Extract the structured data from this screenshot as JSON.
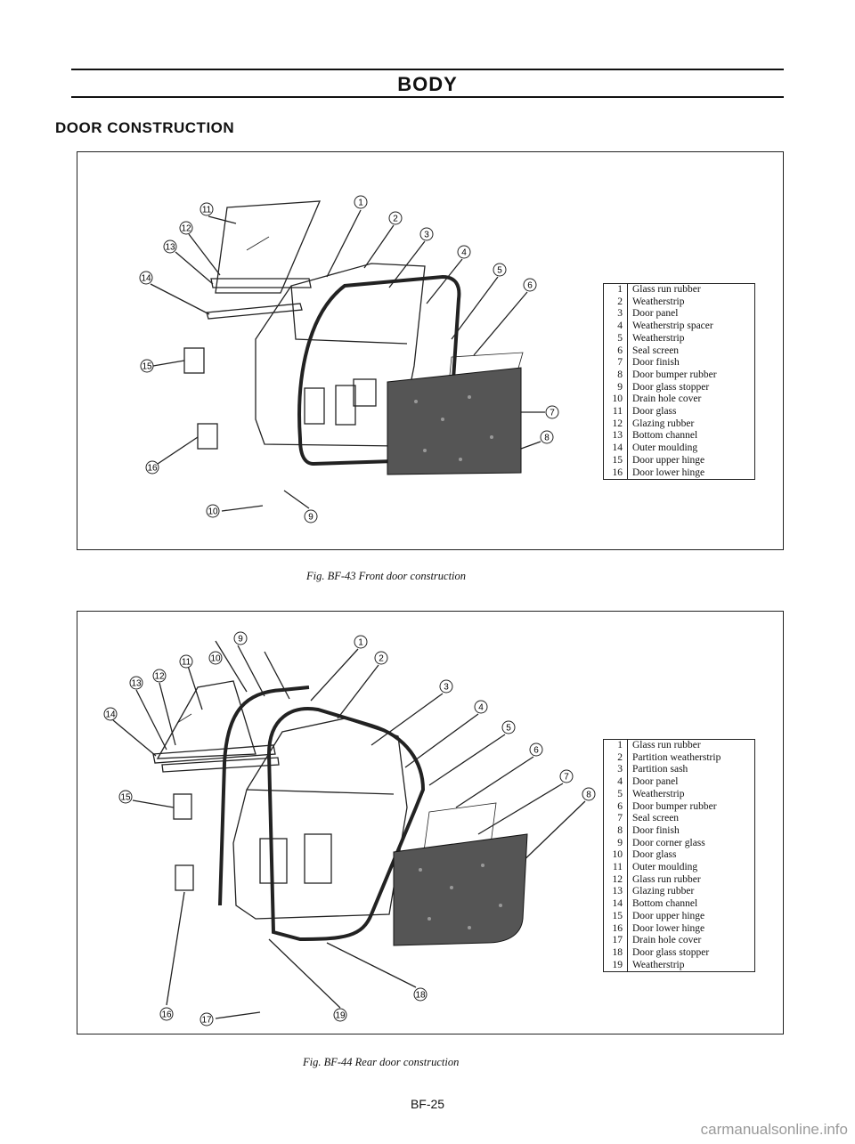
{
  "header": {
    "title": "BODY"
  },
  "section": {
    "title": "DOOR CONSTRUCTION"
  },
  "figures": [
    {
      "caption": "Fig. BF-43  Front door construction",
      "legend": [
        {
          "n": "1",
          "label": "Glass run rubber"
        },
        {
          "n": "2",
          "label": "Weatherstrip"
        },
        {
          "n": "3",
          "label": "Door panel"
        },
        {
          "n": "4",
          "label": "Weatherstrip spacer"
        },
        {
          "n": "5",
          "label": "Weatherstrip"
        },
        {
          "n": "6",
          "label": "Seal screen"
        },
        {
          "n": "7",
          "label": "Door finish"
        },
        {
          "n": "8",
          "label": "Door bumper rubber"
        },
        {
          "n": "9",
          "label": "Door glass stopper"
        },
        {
          "n": "10",
          "label": "Drain hole cover"
        },
        {
          "n": "11",
          "label": "Door glass"
        },
        {
          "n": "12",
          "label": "Glazing rubber"
        },
        {
          "n": "13",
          "label": "Bottom channel"
        },
        {
          "n": "14",
          "label": "Outer moulding"
        },
        {
          "n": "15",
          "label": "Door upper hinge"
        },
        {
          "n": "16",
          "label": "Door lower hinge"
        }
      ]
    },
    {
      "caption": "Fig. BF-44  Rear door construction",
      "legend": [
        {
          "n": "1",
          "label": "Glass run rubber"
        },
        {
          "n": "2",
          "label": "Partition weatherstrip"
        },
        {
          "n": "3",
          "label": "Partition sash"
        },
        {
          "n": "4",
          "label": "Door panel"
        },
        {
          "n": "5",
          "label": "Weatherstrip"
        },
        {
          "n": "6",
          "label": "Door bumper rubber"
        },
        {
          "n": "7",
          "label": "Seal screen"
        },
        {
          "n": "8",
          "label": "Door finish"
        },
        {
          "n": "9",
          "label": "Door corner glass"
        },
        {
          "n": "10",
          "label": "Door glass"
        },
        {
          "n": "11",
          "label": "Outer moulding"
        },
        {
          "n": "12",
          "label": "Glass run rubber"
        },
        {
          "n": "13",
          "label": "Glazing rubber"
        },
        {
          "n": "14",
          "label": "Bottom channel"
        },
        {
          "n": "15",
          "label": "Door upper hinge"
        },
        {
          "n": "16",
          "label": "Door lower hinge"
        },
        {
          "n": "17",
          "label": "Drain hole cover"
        },
        {
          "n": "18",
          "label": "Door glass stopper"
        },
        {
          "n": "19",
          "label": "Weatherstrip"
        }
      ]
    }
  ],
  "callouts": {
    "front": [
      "1",
      "2",
      "3",
      "4",
      "5",
      "6",
      "7",
      "8",
      "9",
      "10",
      "11",
      "12",
      "13",
      "14",
      "15",
      "16"
    ],
    "rear": [
      "1",
      "2",
      "3",
      "4",
      "5",
      "6",
      "7",
      "8",
      "9",
      "10",
      "11",
      "12",
      "13",
      "14",
      "15",
      "16",
      "17",
      "18",
      "19"
    ]
  },
  "page": {
    "number": "BF-25"
  },
  "watermark": {
    "text": "carmanualsonline.info"
  }
}
